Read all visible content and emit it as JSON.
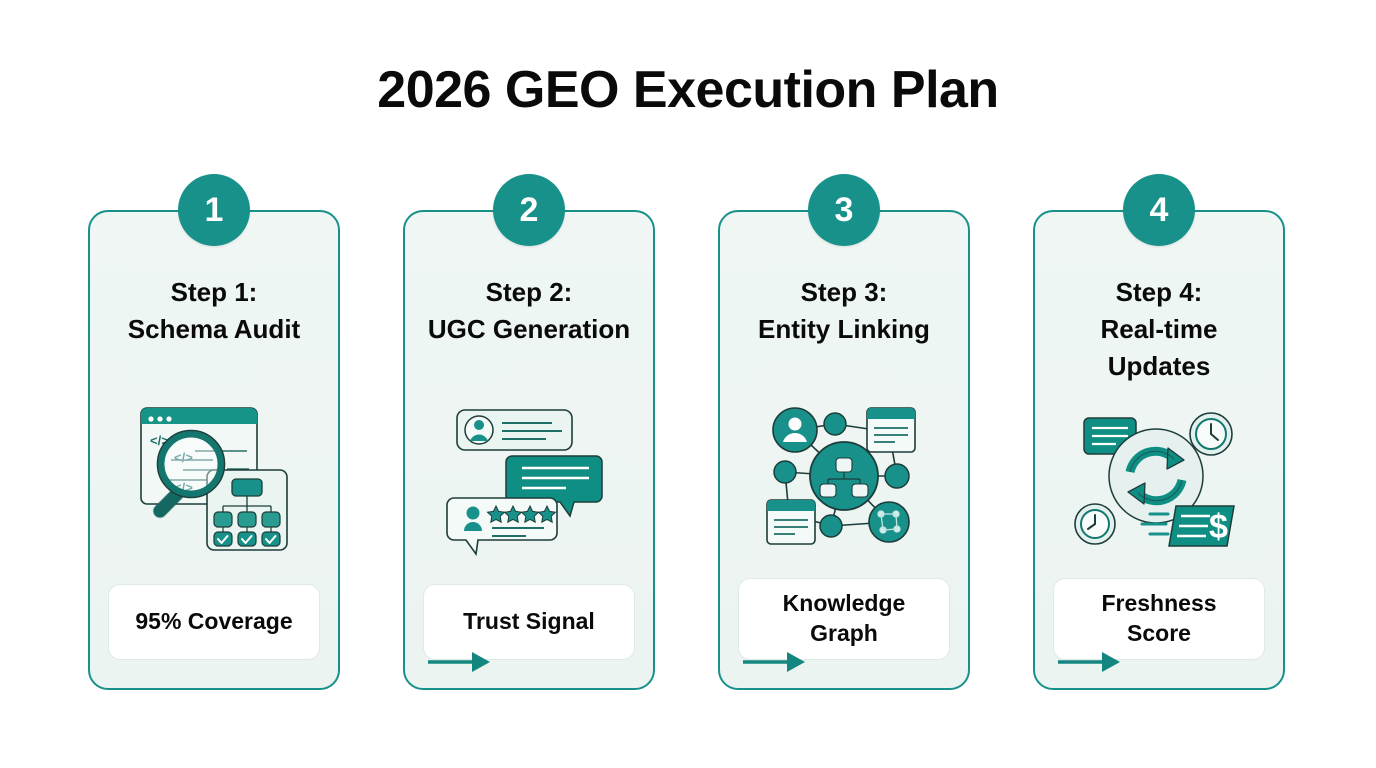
{
  "page": {
    "title": "2026 GEO Execution Plan",
    "background_color": "#ffffff",
    "accent_color": "#17918a",
    "card_background_color": "#eef5f3",
    "text_color": "#0a0a0a"
  },
  "steps": [
    {
      "number": "1",
      "title": "Step 1:\nSchema Audit",
      "icon_name": "schema-audit-icon",
      "result": "95% Coverage"
    },
    {
      "number": "2",
      "title": "Step 2:\nUGC Generation",
      "icon_name": "ugc-generation-icon",
      "result": "Trust Signal"
    },
    {
      "number": "3",
      "title": "Step 3:\nEntity Linking",
      "icon_name": "entity-linking-icon",
      "result": "Knowledge\nGraph"
    },
    {
      "number": "4",
      "title": "Step 4:\nReal-time\nUpdates",
      "icon_name": "real-time-updates-icon",
      "result": "Freshness\nScore"
    }
  ],
  "connectors": [
    {
      "name": "arrow-step1-to-step2",
      "direction": "right"
    },
    {
      "name": "arrow-step2-to-step3",
      "direction": "right"
    },
    {
      "name": "arrow-step3-to-step4",
      "direction": "right"
    }
  ]
}
